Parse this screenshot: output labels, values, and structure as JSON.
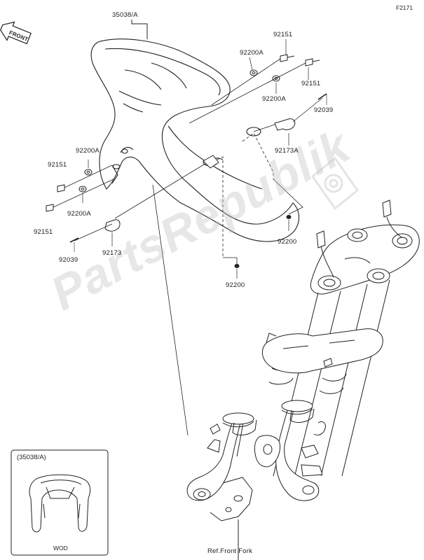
{
  "diagram": {
    "page_id": "F2171",
    "front_arrow_label": "FRONT",
    "watermark": "PartsRepublik",
    "parts": {
      "p35038a": "35038/A",
      "p92151_top": "92151",
      "p92200a_top": "92200A",
      "p92151_r": "92151",
      "p92200a_r": "92200A",
      "p92039_r": "92039",
      "p92173a": "92173A",
      "p92200a_l": "92200A",
      "p92151_l1": "92151",
      "p92200a_l2": "92200A",
      "p92151_l2": "92151",
      "p92039_l": "92039",
      "p92173": "92173",
      "p92200_r": "92200",
      "p92200_c": "92200"
    },
    "ref_label": "Ref.Front Fork",
    "inset": {
      "title": "(35038/A)",
      "tag": "WOD"
    },
    "colors": {
      "line": "#222222",
      "watermark": "#bdbdbd"
    }
  }
}
